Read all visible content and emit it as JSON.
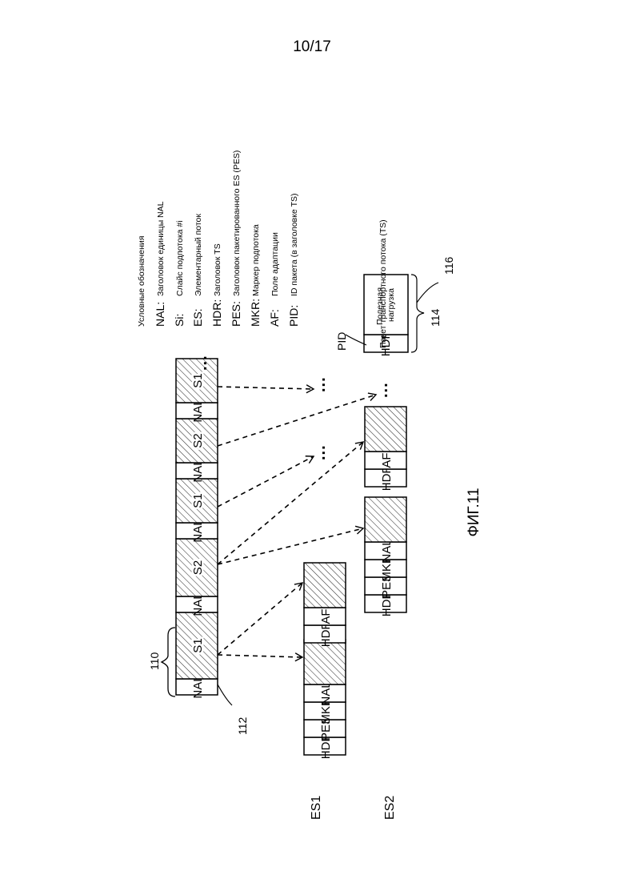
{
  "page_number": "10/17",
  "figure_label": "ФИГ.11",
  "stream_labels": [
    "ES1",
    "ES2"
  ],
  "main_stream": [
    "NAL",
    "S1",
    "NAL",
    "S2",
    "NAL",
    "S1",
    "NAL",
    "S2",
    "NAL",
    "S1"
  ],
  "es1_packets": [
    [
      "HDR",
      "PES",
      "MKR",
      "NAL",
      ""
    ],
    [
      "HDR",
      "AF",
      ""
    ]
  ],
  "es2_packets": [
    [
      "HDR",
      "PES",
      "MKR",
      "NAL",
      ""
    ],
    [
      "HDR",
      "AF",
      ""
    ]
  ],
  "ts_packet": {
    "header": "HDR",
    "payload": "Полезная нагрузка",
    "description": "Пакет транспортного потока (TS)"
  },
  "reference_labels": {
    "r110": "110",
    "r112": "112",
    "r114": "114",
    "r116": "116",
    "pid": "PID"
  },
  "ellipsis": "...",
  "legend": {
    "title": "Условные обозначения",
    "items": [
      {
        "key": "NAL:",
        "desc": "Заголовок единицы NAL"
      },
      {
        "key": "Si:",
        "desc": "Слайс подпотока #i"
      },
      {
        "key": "ES:",
        "desc": "Элементарный поток"
      },
      {
        "key": "HDR:",
        "desc": "Заголовок TS"
      },
      {
        "key": "PES:",
        "desc": "Заголовок пакетированного ES (PES)"
      },
      {
        "key": "MKR:",
        "desc": "Маркер подпотока"
      },
      {
        "key": "AF:",
        "desc": "Поле адаптации"
      },
      {
        "key": "PID:",
        "desc": "ID пакета (в заголовке TS)"
      }
    ]
  }
}
